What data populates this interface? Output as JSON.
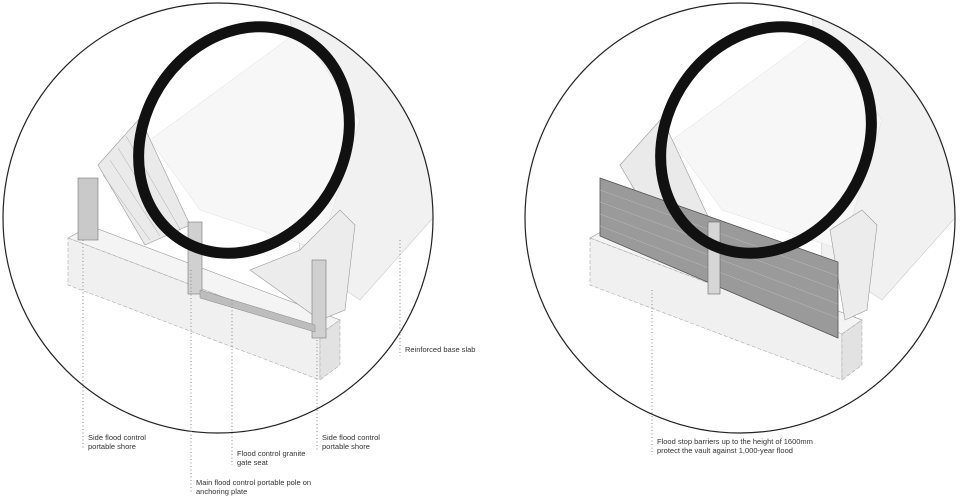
{
  "left_panel": {
    "labels": [
      {
        "lines": [
          "Side flood control",
          "portable shore"
        ]
      },
      {
        "lines": [
          "Main flood control portable pole on",
          "anchoring plate"
        ]
      },
      {
        "lines": [
          "Flood control granite",
          "gate seat"
        ]
      },
      {
        "lines": [
          "Side flood control",
          "portable shore"
        ]
      },
      {
        "lines": [
          "Reinforced base slab"
        ]
      }
    ]
  },
  "right_panel": {
    "labels": [
      {
        "lines": [
          "Flood stop barriers up to the height of 1600mm",
          "protect the vault against 1,000-year flood"
        ]
      }
    ]
  }
}
